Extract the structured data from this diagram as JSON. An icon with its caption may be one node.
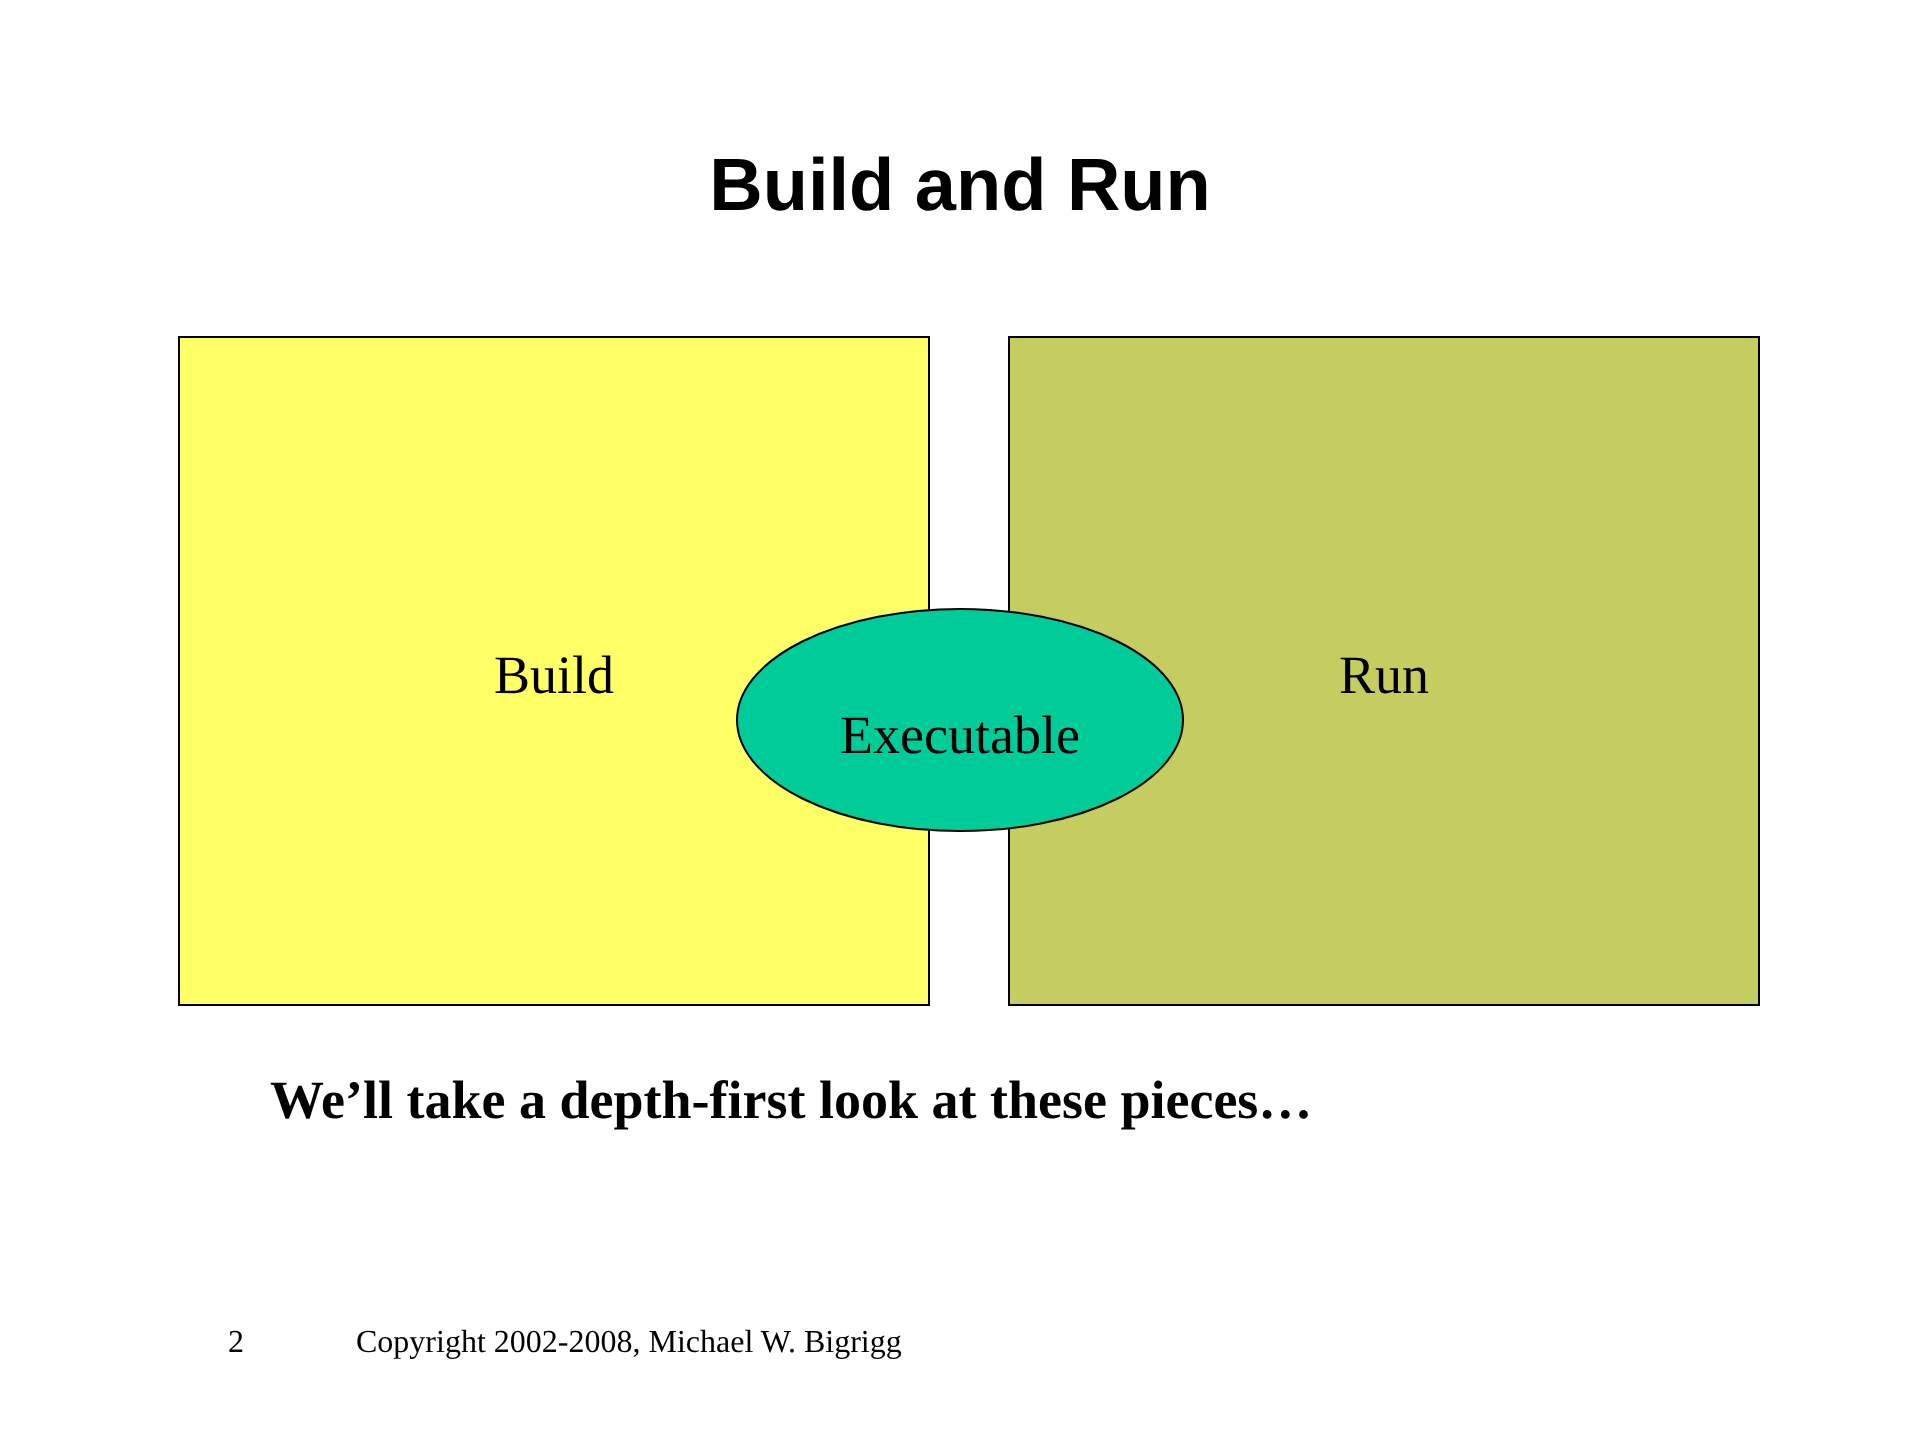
{
  "diagram": {
    "title": "Build and Run",
    "nodes": [
      {
        "text": [
          "Build"
        ]
      },
      {
        "text": [
          "Run"
        ]
      },
      {
        "text": [
          "Executable"
        ]
      }
    ],
    "labels": [
      "We’ll take a depth-first look at these pieces…",
      "2",
      "Copyright 2002-2008, Michael W. Bigrigg"
    ]
  }
}
